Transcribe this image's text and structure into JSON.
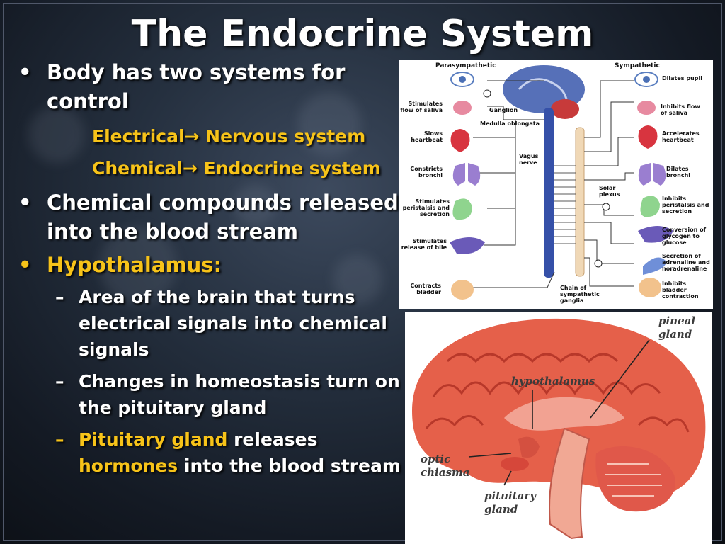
{
  "slide": {
    "title": "The Endocrine System",
    "bullets": [
      {
        "text": "Body has two systems for control",
        "subs": [
          "Electrical→ Nervous system",
          "Chemical→ Endocrine system"
        ]
      },
      {
        "text": "Chemical compounds released into the blood stream"
      },
      {
        "text": "Hypothalamus:",
        "dashes": [
          {
            "text": "Area of the brain that turns electrical signals into chemical signals"
          },
          {
            "text": "Changes in homeostasis turn on the pituitary gland"
          },
          {
            "parts": [
              "Pituitary gland",
              " releases ",
              "hormones",
              " into the blood stream"
            ]
          }
        ]
      }
    ]
  },
  "diagram": {
    "left_header": "Parasympathetic",
    "right_header": "Sympathetic",
    "center_labels": {
      "ganglion": "Ganglion",
      "medulla": "Medulla oblongata",
      "vagus": "Vagus nerve",
      "solar": "Solar plexus",
      "chain": "Chain of sympathetic ganglia"
    },
    "left_labels": [
      "Stimulates flow of saliva",
      "Slows heartbeat",
      "Constricts bronchi",
      "Stimulates peristalsis and secretion",
      "Stimulates release of bile",
      "Contracts bladder"
    ],
    "right_labels": [
      "Dilates pupil",
      "Inhibits flow of saliva",
      "Accelerates heartbeat",
      "Dilates bronchi",
      "Inhibits peristalsis and secretion",
      "Conversion of glycogen to glucose",
      "Secretion of adrenaline and noradrenaline",
      "Inhibits bladder contraction"
    ]
  },
  "brain_labels": {
    "pineal": "pineal gland",
    "hypothalamus": "hypothalamus",
    "optic": "optic chiasma",
    "pituitary": "pituitary gland"
  },
  "colors": {
    "accent_gold": "#f7c319",
    "text_white": "#ffffff",
    "brain_pink": "#e5604a"
  }
}
